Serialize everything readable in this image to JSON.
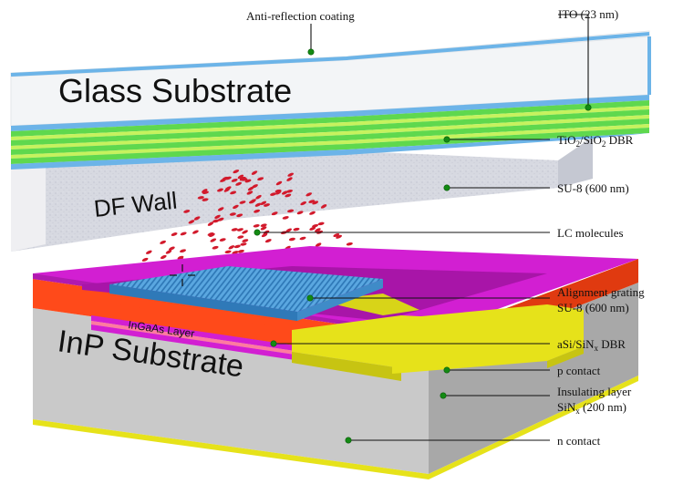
{
  "labels": {
    "anti_reflection": "Anti-reflection coating",
    "ito": "ITO (23 nm)",
    "dbr_top_a": "TiO",
    "dbr_top_sub1": "2",
    "dbr_top_b": "/SiO",
    "dbr_top_sub2": "2",
    "dbr_top_c": " DBR",
    "su8_top": "SU-8 (600 nm)",
    "lc": "LC molecules",
    "grating_1": "Alignment grating",
    "grating_2": "SU-8 (600 nm)",
    "dbr_bot_a": "aSi/SiN",
    "dbr_bot_sub": "x",
    "dbr_bot_b": " DBR",
    "p_contact": "p contact",
    "insul_1": "Insulating layer",
    "insul_2a": "SiN",
    "insul_2sub": "x",
    "insul_2b": " (200 nm)",
    "n_contact": "n contact"
  },
  "regions": {
    "glass": "Glass Substrate",
    "df_wall": "DF Wall",
    "ingaas": "InGaAs Layer",
    "inp": "InP Substrate"
  },
  "colors": {
    "glass": "#f4f6f8",
    "coating": "#6cb4e8",
    "dbr_green": "#5fd84e",
    "dbr_light": "#c6f25e",
    "wall": "#d9dbe2",
    "magenta": "#d21fd2",
    "orange": "#ff4a1a",
    "yellow": "#e6e21a",
    "grating": "#4a9ad6",
    "inp": "#c9c9c9",
    "lc": "#d21a2c"
  }
}
